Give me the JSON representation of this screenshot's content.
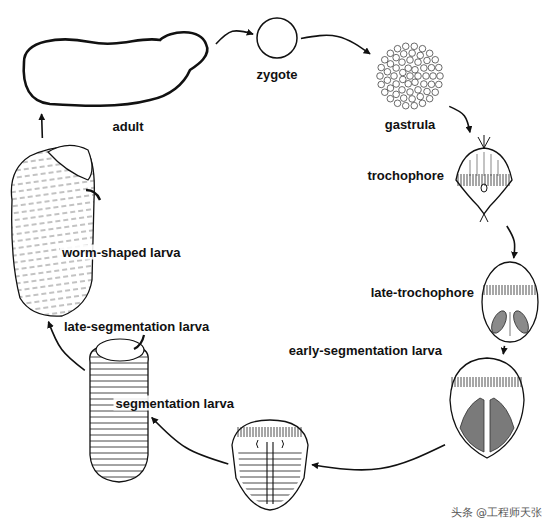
{
  "diagram": {
    "nodes": [
      {
        "text": [
          "adult"
        ]
      },
      {
        "text": [
          "zygote"
        ]
      },
      {
        "text": [
          "gastrula"
        ]
      },
      {
        "text": [
          "trochophore"
        ]
      },
      {
        "text": [
          "late-trochophore"
        ]
      },
      {
        "text": [
          "early-segmentation larva"
        ]
      },
      {
        "text": [
          "segmentation larva"
        ]
      },
      {
        "text": [
          "late-segmentation larva"
        ]
      },
      {
        "text": [
          "worm-shaped larva"
        ]
      }
    ],
    "edges": [
      {
        "from": 0,
        "to": 1,
        "arrow": "to"
      },
      {
        "from": 1,
        "to": 2,
        "arrow": "to"
      },
      {
        "from": 2,
        "to": 3,
        "arrow": "to"
      },
      {
        "from": 3,
        "to": 4,
        "arrow": "to"
      },
      {
        "from": 4,
        "to": 5,
        "arrow": "to"
      },
      {
        "from": 5,
        "to": 6,
        "arrow": "to"
      },
      {
        "from": 6,
        "to": 7,
        "arrow": "to"
      },
      {
        "from": 7,
        "to": 8,
        "arrow": "to"
      },
      {
        "from": 8,
        "to": 0,
        "arrow": "to"
      }
    ],
    "labels": [
      "头条 @工程师天张"
    ]
  }
}
